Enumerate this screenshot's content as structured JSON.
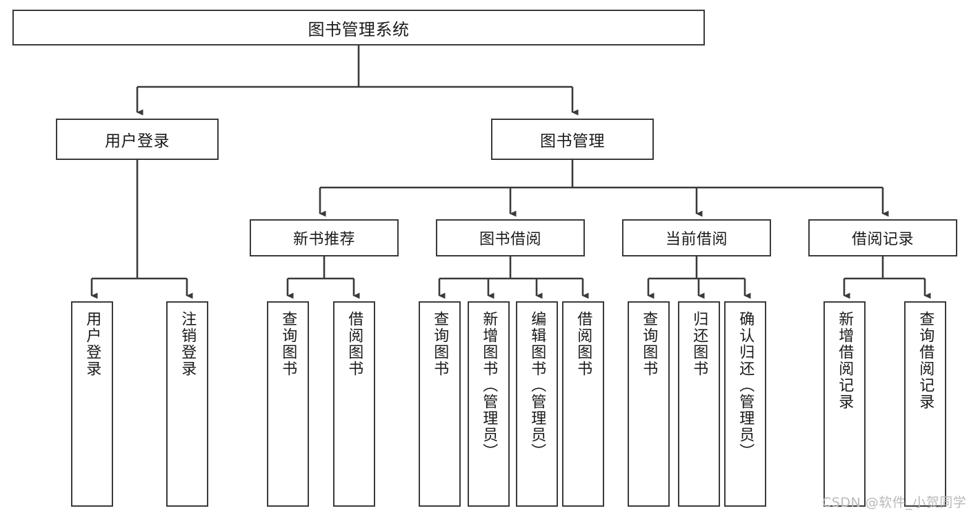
{
  "diagram": {
    "title": "图书管理系统",
    "type": "functional-structure-tree",
    "colors": {
      "background": "#ffffff",
      "stroke": "#3a3a3a",
      "text": "#1a1a1a",
      "watermark": "#b9b9b9"
    },
    "root": {
      "label": "图书管理系统"
    },
    "branches": [
      {
        "label": "用户登录"
      },
      {
        "label": "图书管理"
      }
    ],
    "subnodes": [
      {
        "label": "新书推荐"
      },
      {
        "label": "图书借阅"
      },
      {
        "label": "当前借阅"
      },
      {
        "label": "借阅记录"
      }
    ],
    "leaves": [
      {
        "label": "用户登录"
      },
      {
        "label": "注销登录"
      },
      {
        "label": "查询图书"
      },
      {
        "label": "借阅图书"
      },
      {
        "label": "查询图书"
      },
      {
        "label": "新增图书（管理员）"
      },
      {
        "label": "编辑图书（管理员）"
      },
      {
        "label": "借阅图书"
      },
      {
        "label": "查询图书"
      },
      {
        "label": "归还图书"
      },
      {
        "label": "确认归还（管理员）"
      },
      {
        "label": "新增借阅记录"
      },
      {
        "label": "查询借阅记录"
      }
    ],
    "watermark": "CSDN @软件_小贺同学"
  }
}
